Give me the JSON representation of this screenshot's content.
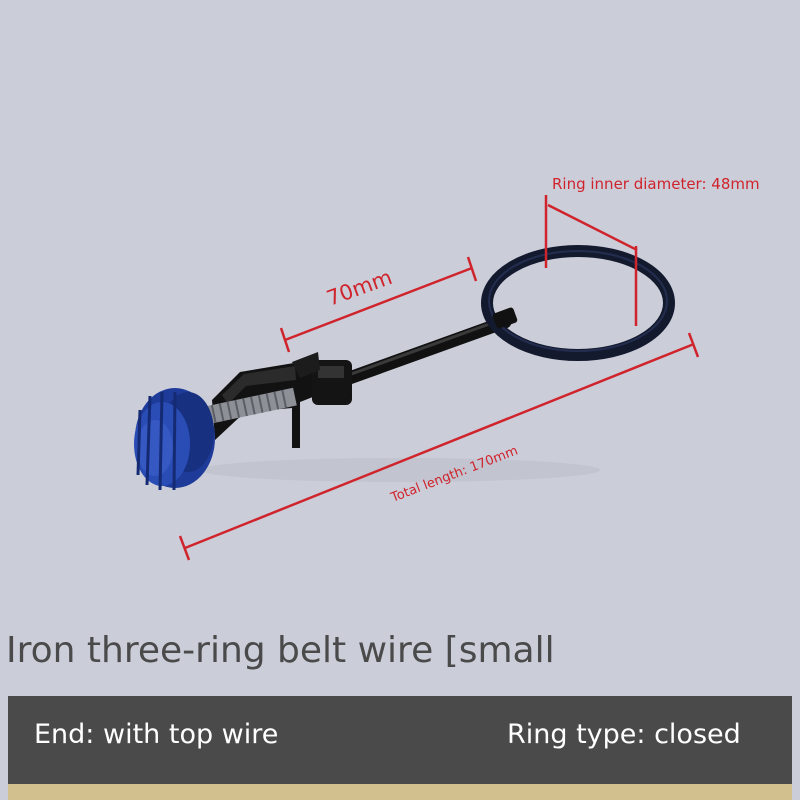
{
  "annotations": {
    "ring_diameter": "Ring inner diameter: 48mm",
    "clamp_length": "70mm",
    "total_length": "Total length: 170mm"
  },
  "title": "Iron three-ring belt wire [small",
  "specs": {
    "end": "End: with top wire",
    "ring_type": "Ring type: closed"
  },
  "colors": {
    "background": "#cbcdd9",
    "dimension_lines": "#d0242c",
    "knob": "#1e3b9a",
    "spec_bar": "#4a4a4a",
    "accent_strip": "#d2c08e"
  }
}
